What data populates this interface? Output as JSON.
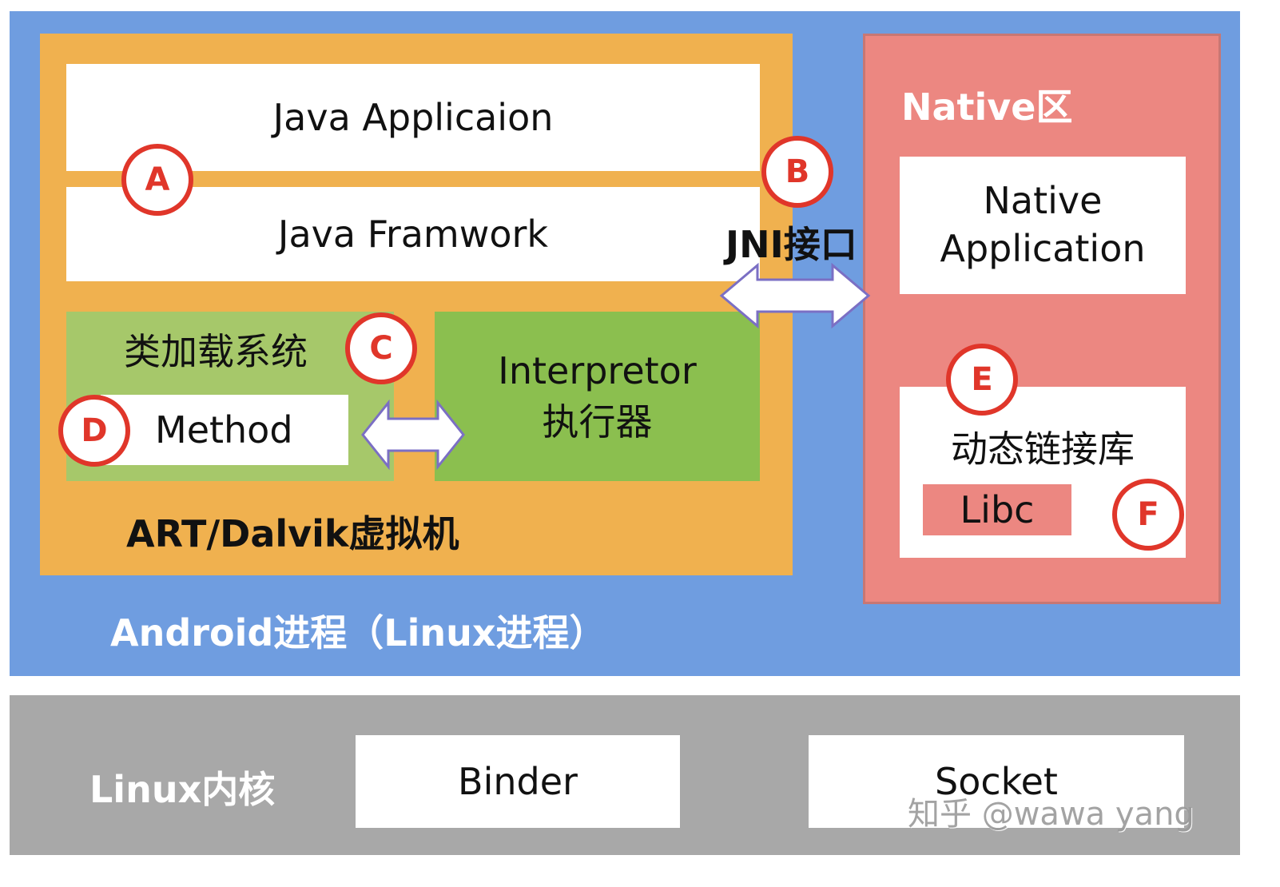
{
  "android_process": {
    "label": "Android进程（Linux进程）"
  },
  "vm": {
    "label": "ART/Dalvik虚拟机",
    "java_application": "Java Applicaion",
    "java_framework": "Java Framwork",
    "classloader": {
      "title": "类加载系统",
      "method": "Method"
    },
    "interpreter": {
      "line1": "Interpretor",
      "line2": "执行器"
    }
  },
  "jni": {
    "label": "JNI接口"
  },
  "native": {
    "title": "Native区",
    "app_line1": "Native",
    "app_line2": "Application",
    "dynlib": {
      "title": "动态链接库",
      "libc": "Libc"
    }
  },
  "kernel": {
    "label": "Linux内核",
    "binder": "Binder",
    "socket": "Socket"
  },
  "markers": {
    "a": "A",
    "b": "B",
    "c": "C",
    "d": "D",
    "e": "E",
    "f": "F"
  },
  "watermark": "知乎 @wawa yang",
  "colors": {
    "process_bg": "#6f9de0",
    "vm_bg": "#f0b14f",
    "classloader_bg": "#a6c86a",
    "interpreter_bg": "#8bbf4f",
    "native_bg": "#ec8781",
    "kernel_bg": "#a8a8a8",
    "marker_red": "#e0362a",
    "arrow_stroke": "#7b6fc4"
  }
}
